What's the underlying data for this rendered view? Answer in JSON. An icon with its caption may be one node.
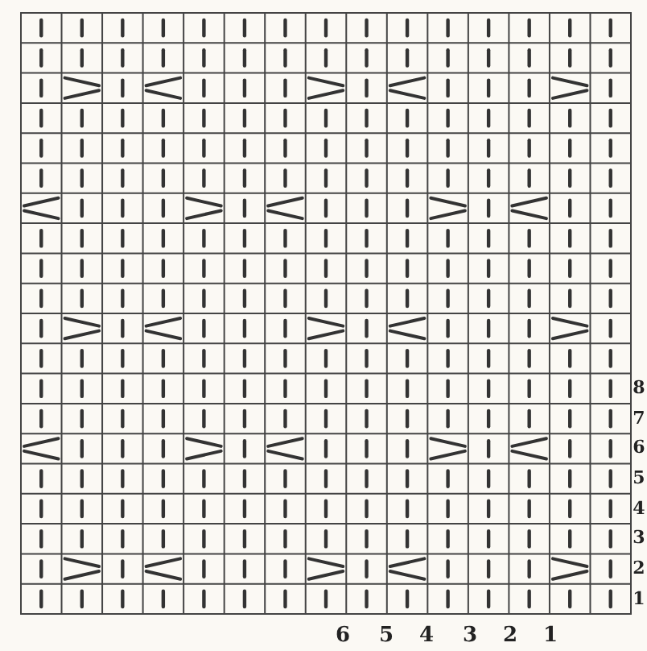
{
  "diagram": {
    "labels": [
      "8",
      "7",
      "6",
      "5",
      "4",
      "3",
      "2",
      "1",
      "6",
      "5",
      "4",
      "3",
      "2",
      "1"
    ]
  }
}
